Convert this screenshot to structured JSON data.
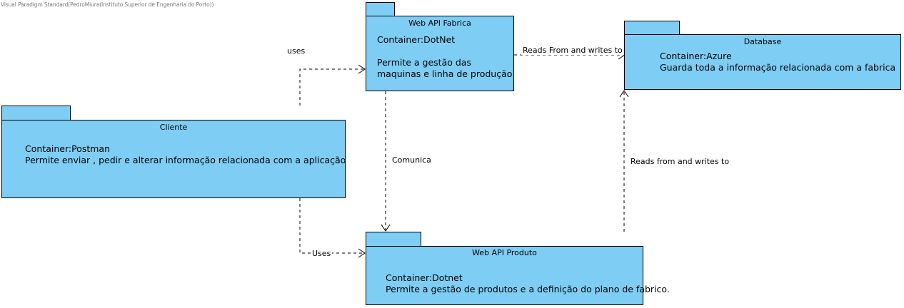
{
  "watermark": "Visual Paradigm Standard(PedroMiura(Instituto Superior de Engenharia do Porto))",
  "colors": {
    "package_fill": "#7ecdf4",
    "package_stroke": "#000000",
    "connector": "#000000"
  },
  "packages": {
    "web_api_fabrica": {
      "name": "Web API Fabrica",
      "container": "Container:DotNet",
      "blank": "",
      "desc_line1": "Permite a gestão das",
      "desc_line2": "maquinas e linha de produção"
    },
    "database": {
      "name": "Database",
      "container": "Container:Azure",
      "desc_line1": "Guarda toda a informação relacionada com a fabrica"
    },
    "cliente": {
      "name": "Cliente",
      "container": "Container:Postman",
      "desc_line1": "Permite enviar , pedir e alterar informação relacionada com a aplicação"
    },
    "web_api_produto": {
      "name": "Web API Produto",
      "container": "Container:Dotnet",
      "desc_line1": "Permite a gestão de produtos e a definição do plano de fabrico."
    }
  },
  "connectors": {
    "cliente_uses_fabrica": "uses",
    "fabrica_reads_database": "Reads From and writes to",
    "fabrica_comunica_produto": "Comunica",
    "produto_reads_database": "Reads from and writes to",
    "cliente_uses_produto": "Uses"
  }
}
